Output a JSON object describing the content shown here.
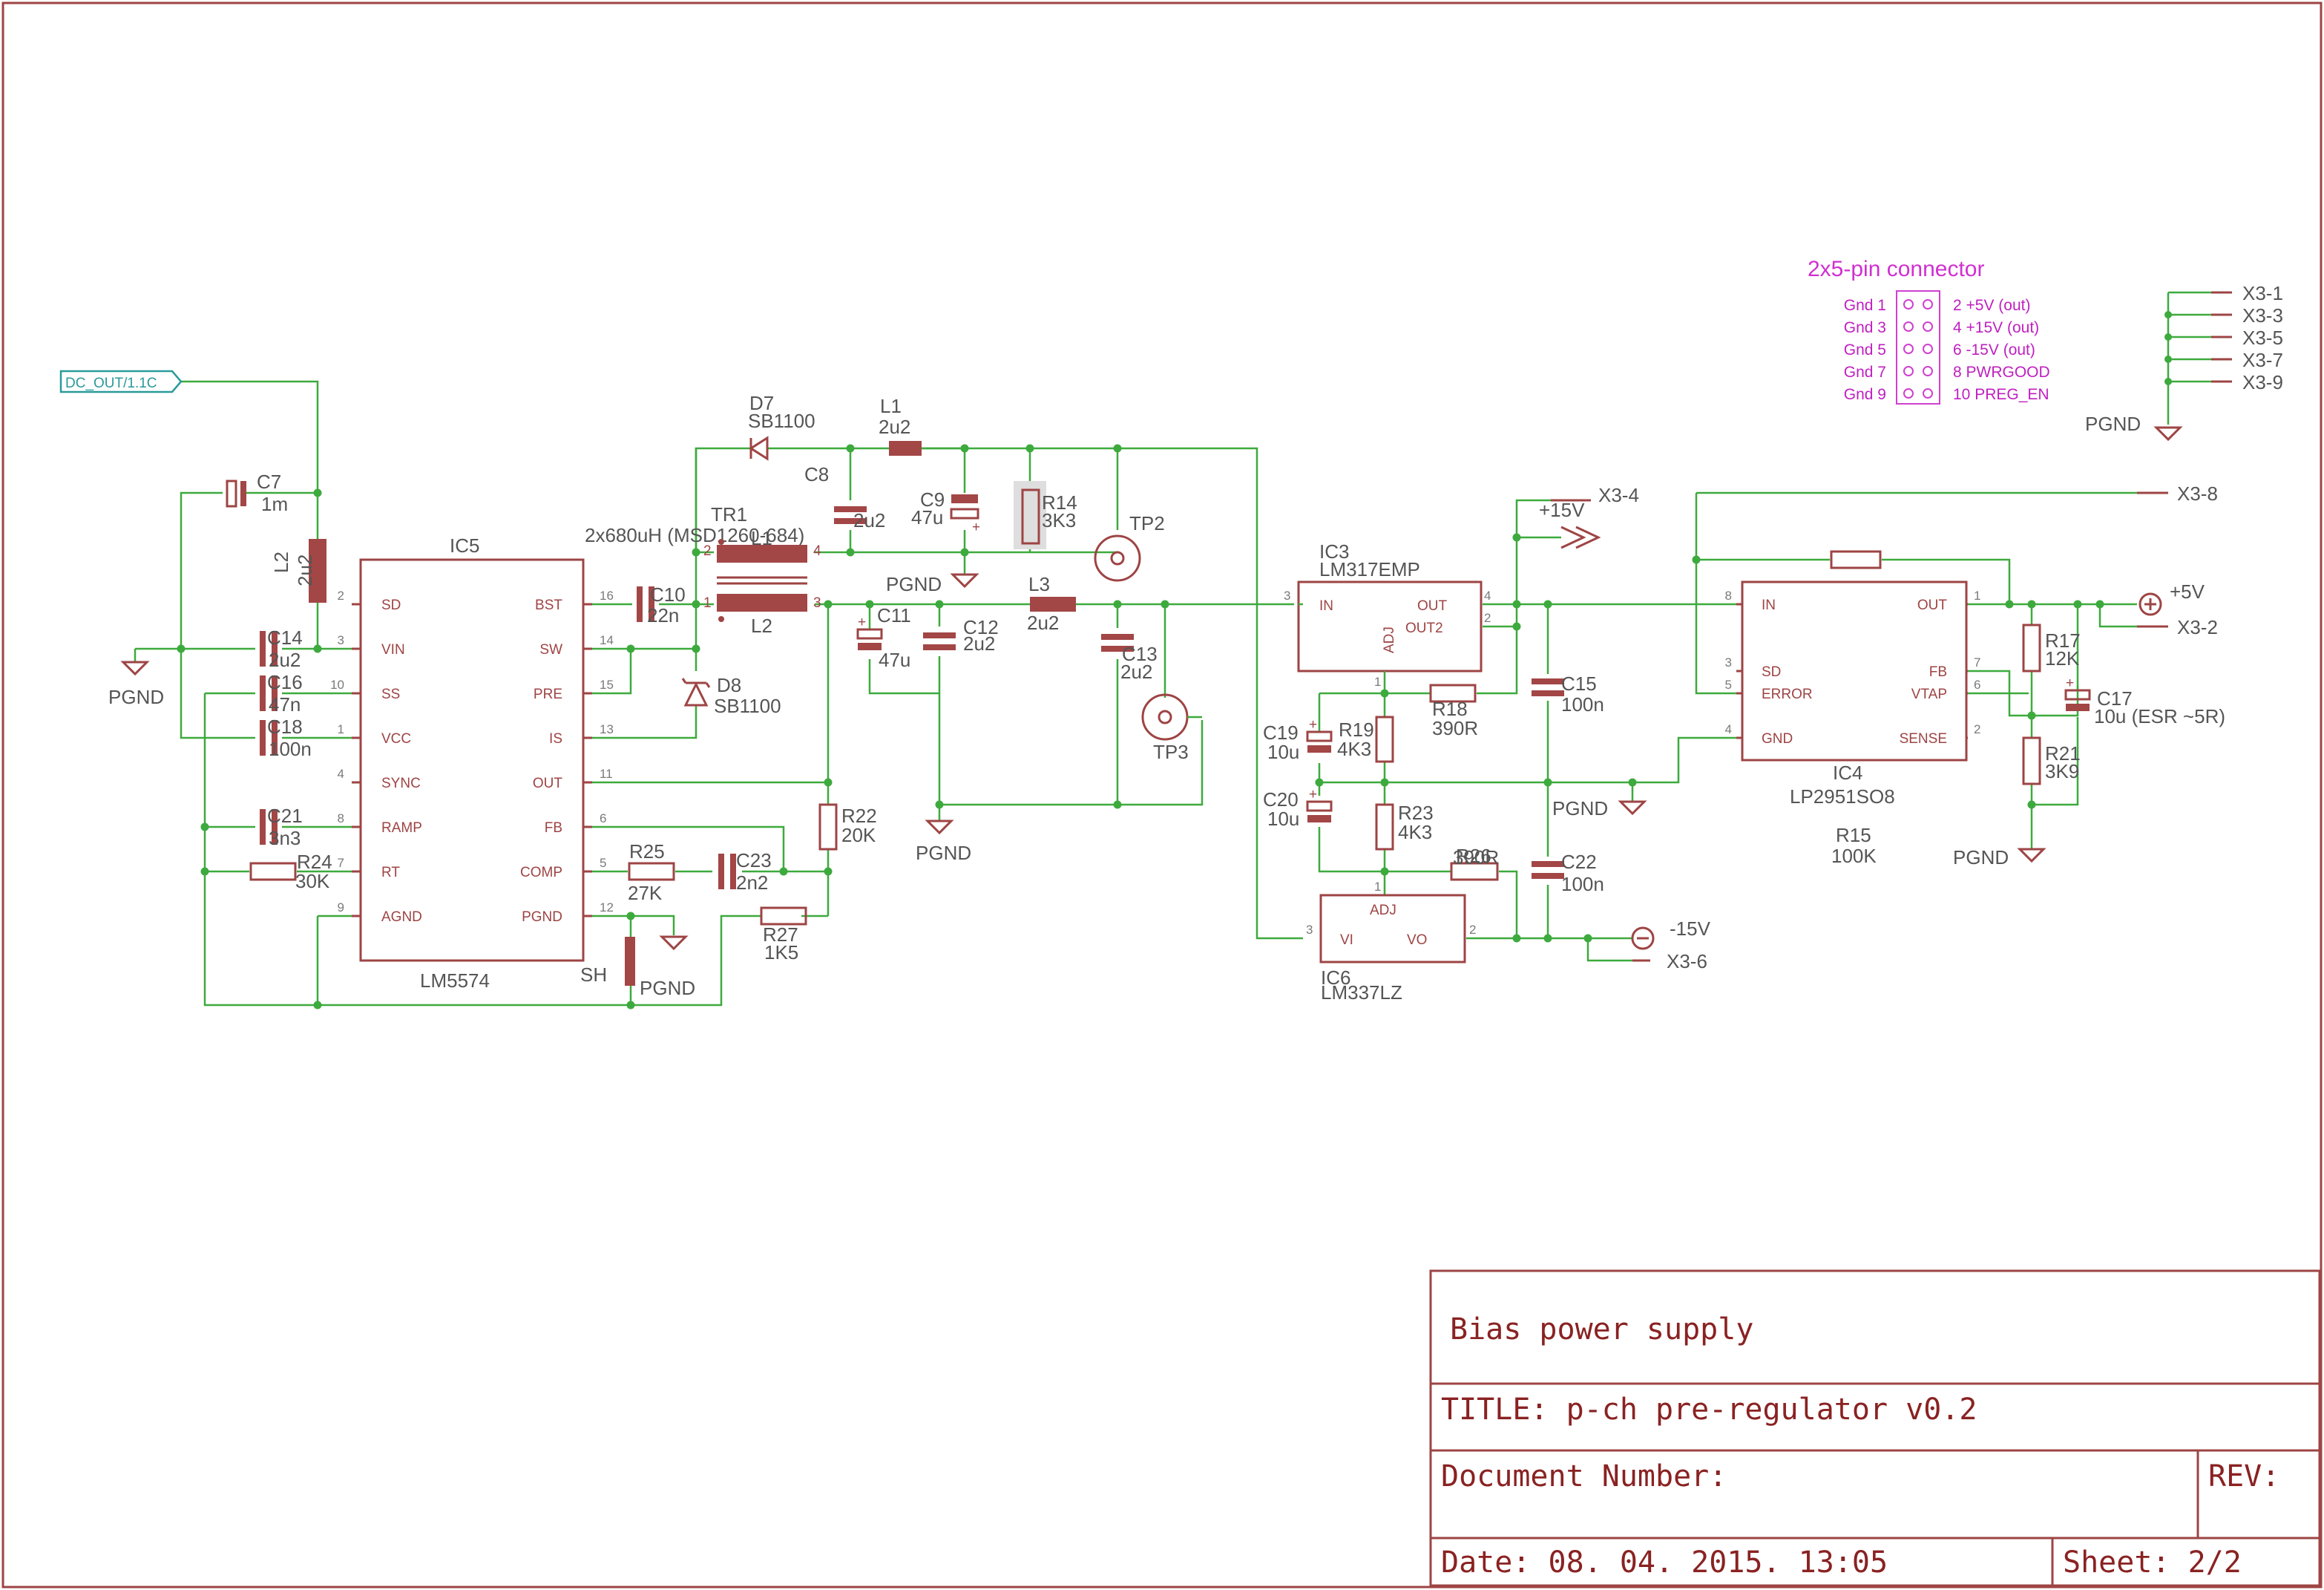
{
  "frame": {
    "title": "Bias power supply",
    "title_line": "TITLE:  p-ch pre-regulator v0.2",
    "doc_number": "Document Number:",
    "rev": "REV:",
    "date": "Date: 08. 04. 2015. 13:05",
    "sheet": "Sheet: 2/2"
  },
  "connector": {
    "title": "2x5-pin connector",
    "left": [
      "Gnd 1",
      "Gnd 3",
      "Gnd 5",
      "Gnd 7",
      "Gnd 9"
    ],
    "right": [
      "2 +5V (out)",
      "4 +15V (out)",
      "6 -15V (out)",
      "8 PWRGOOD",
      "10 PREG_EN"
    ]
  },
  "x3_gnd": {
    "pins": [
      "X3-1",
      "X3-3",
      "X3-5",
      "X3-7",
      "X3-9"
    ],
    "gnd": "PGND"
  },
  "net_labels": {
    "dc_out": "DC_OUT/1.1C",
    "pgnd": "PGND",
    "p15v": "+15V",
    "p5v": "+5V",
    "m15v": "-15V",
    "x3_4": "X3-4",
    "x3_8": "X3-8",
    "x3_2": "X3-2",
    "x3_6": "X3-6"
  },
  "ic5": {
    "name": "IC5",
    "part": "LM5574",
    "sh": "SH",
    "left": [
      {
        "n": "2",
        "l": "SD"
      },
      {
        "n": "3",
        "l": "VIN"
      },
      {
        "n": "10",
        "l": "SS"
      },
      {
        "n": "1",
        "l": "VCC"
      },
      {
        "n": "4",
        "l": "SYNC"
      },
      {
        "n": "8",
        "l": "RAMP"
      },
      {
        "n": "7",
        "l": "RT"
      },
      {
        "n": "9",
        "l": "AGND"
      }
    ],
    "right": [
      {
        "n": "16",
        "l": "BST"
      },
      {
        "n": "14",
        "l": "SW"
      },
      {
        "n": "15",
        "l": "PRE"
      },
      {
        "n": "13",
        "l": "IS"
      },
      {
        "n": "11",
        "l": "OUT"
      },
      {
        "n": "6",
        "l": "FB"
      },
      {
        "n": "5",
        "l": "COMP"
      },
      {
        "n": "12",
        "l": "PGND"
      }
    ]
  },
  "ic3": {
    "name": "IC3",
    "part": "LM317EMP",
    "in": "IN",
    "out": "OUT",
    "out2": "OUT2",
    "adj": "ADJ",
    "p_in": "3",
    "p_out": "4",
    "p_out2": "2",
    "p_adj": "1"
  },
  "ic6": {
    "name": "IC6",
    "part": "LM337LZ",
    "vi": "VI",
    "vo": "VO",
    "adj": "ADJ",
    "p_vi": "3",
    "p_vo": "2",
    "p_adj": "1"
  },
  "ic4": {
    "name": "IC4",
    "part": "LP2951SO8",
    "left": [
      {
        "n": "8",
        "l": "IN"
      },
      {
        "n": "3",
        "l": "SD"
      },
      {
        "n": "5",
        "l": "ERROR"
      },
      {
        "n": "4",
        "l": "GND"
      }
    ],
    "right": [
      {
        "n": "1",
        "l": "OUT"
      },
      {
        "n": "7",
        "l": "FB"
      },
      {
        "n": "6",
        "l": "VTAP"
      },
      {
        "n": "2",
        "l": "SENSE"
      }
    ]
  },
  "tr1": {
    "name": "TR1",
    "part": "2x680uH (MSD1260-684)",
    "l_top": "L1",
    "l_bot": "L2",
    "p1": "1",
    "p2": "2",
    "p3": "3",
    "p4": "4"
  },
  "components": {
    "C7": [
      "C7",
      "1m"
    ],
    "L2": [
      "L2",
      "2u2"
    ],
    "C14": [
      "C14",
      "2u2"
    ],
    "C16": [
      "C16",
      "47n"
    ],
    "C18": [
      "C18",
      "100n"
    ],
    "C21": [
      "C21",
      "3n3"
    ],
    "R24": [
      "R24",
      "30K"
    ],
    "C10": [
      "C10",
      "22n"
    ],
    "D8": [
      "D8",
      "SB1100"
    ],
    "D7": [
      "D7",
      "SB1100"
    ],
    "L1": [
      "L1",
      "2u2"
    ],
    "C8": [
      "C8",
      "2u2"
    ],
    "C9": [
      "C9",
      "47u"
    ],
    "R14": [
      "R14",
      "3K3"
    ],
    "TP2": [
      "TP2",
      ""
    ],
    "C11": [
      "C11",
      "47u"
    ],
    "C12": [
      "C12",
      "2u2"
    ],
    "L3": [
      "L3",
      "2u2"
    ],
    "C13": [
      "C13",
      "2u2"
    ],
    "TP3": [
      "TP3",
      ""
    ],
    "R22": [
      "R22",
      "20K"
    ],
    "R25": [
      "R25",
      "27K"
    ],
    "C23": [
      "C23",
      "2n2"
    ],
    "R27": [
      "R27",
      "1K5"
    ],
    "R18": [
      "R18",
      "390R"
    ],
    "C19": [
      "C19",
      "10u"
    ],
    "R19": [
      "R19",
      "4K3"
    ],
    "C15": [
      "C15",
      "100n"
    ],
    "C20": [
      "C20",
      "10u"
    ],
    "R23": [
      "R23",
      "4K3"
    ],
    "R26": [
      "R26",
      "390R"
    ],
    "C22": [
      "C22",
      "100n"
    ],
    "R15": [
      "R15",
      "100K"
    ],
    "R17": [
      "R17",
      "12K"
    ],
    "R21": [
      "R21",
      "3K9"
    ],
    "C17": [
      "C17",
      "10u (ESR ~5R)"
    ]
  }
}
